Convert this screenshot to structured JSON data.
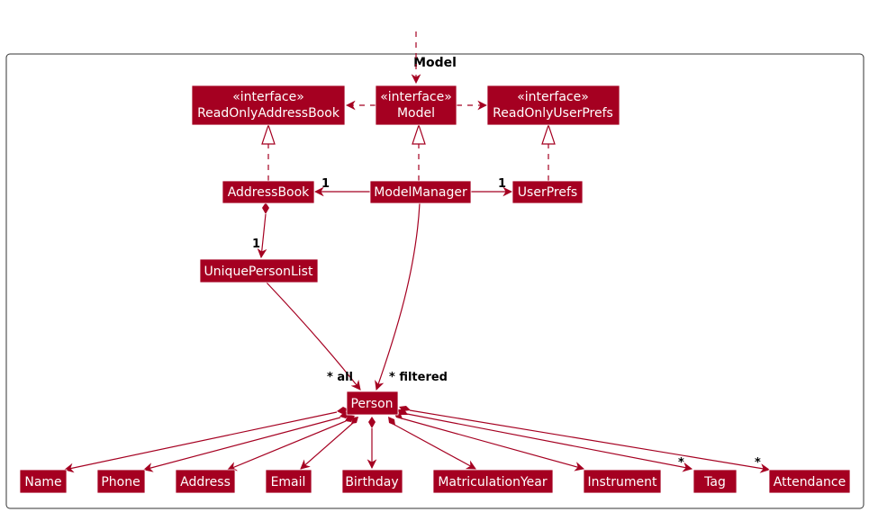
{
  "package": {
    "title": "Model"
  },
  "colors": {
    "class_fill": "#a50021",
    "class_text": "#ffffff",
    "line": "#a50021"
  },
  "classes": {
    "read_only_address_book": {
      "stereotype": "«interface»",
      "name": "ReadOnlyAddressBook"
    },
    "model_interface": {
      "stereotype": "«interface»",
      "name": "Model"
    },
    "read_only_user_prefs": {
      "stereotype": "«interface»",
      "name": "ReadOnlyUserPrefs"
    },
    "address_book": {
      "name": "AddressBook"
    },
    "model_manager": {
      "name": "ModelManager"
    },
    "user_prefs": {
      "name": "UserPrefs"
    },
    "unique_person_list": {
      "name": "UniquePersonList"
    },
    "person": {
      "name": "Person"
    },
    "name": {
      "name": "Name"
    },
    "phone": {
      "name": "Phone"
    },
    "address": {
      "name": "Address"
    },
    "email": {
      "name": "Email"
    },
    "birthday": {
      "name": "Birthday"
    },
    "matriculation_year": {
      "name": "MatriculationYear"
    },
    "instrument": {
      "name": "Instrument"
    },
    "tag": {
      "name": "Tag"
    },
    "attendance": {
      "name": "Attendance"
    }
  },
  "multiplicities": {
    "address_book_one": "1",
    "user_prefs_one": "1",
    "unique_person_list_one": "1",
    "person_all": "* all",
    "person_filtered": "* filtered",
    "tag_many": "*",
    "attendance_many": "*"
  }
}
